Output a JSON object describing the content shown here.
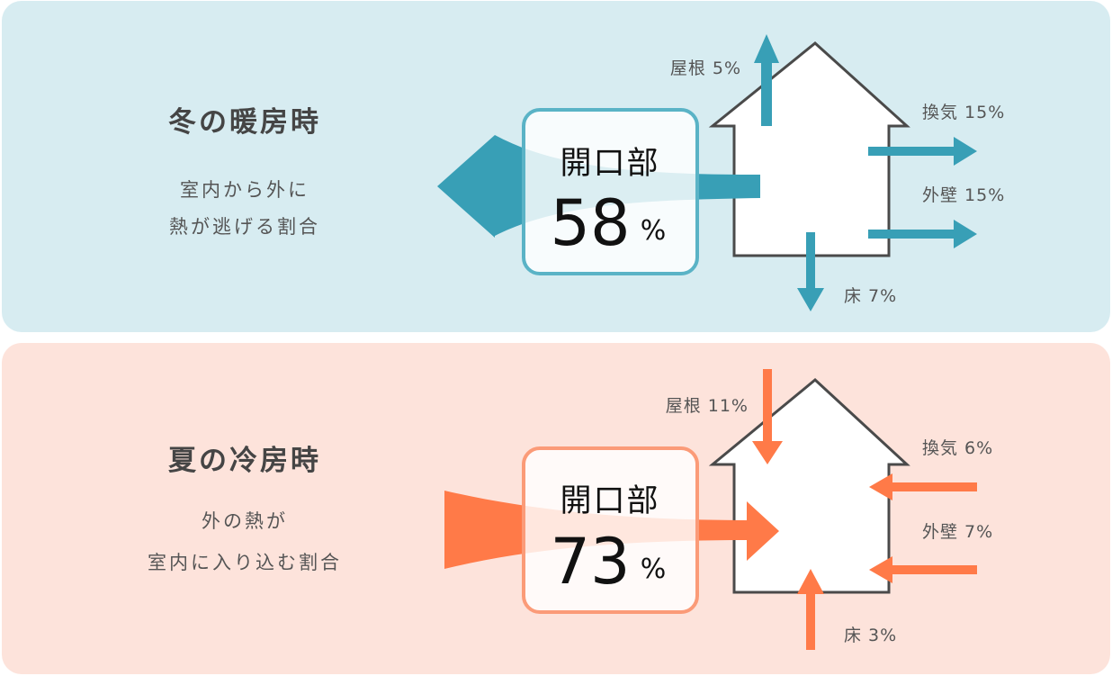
{
  "colors": {
    "winter_bg": "#d7ecf1",
    "winter_accent": "#389fb6",
    "summer_bg": "#fde3db",
    "summer_accent": "#ff7a48",
    "house_outline": "#4a4a4a"
  },
  "winter": {
    "title": "冬の暖房時",
    "subtitle_lines": [
      "室内から外に",
      "熱が逃げる割合"
    ],
    "opening": {
      "label": "開口部",
      "value": "58",
      "unit": "%"
    },
    "items": {
      "roof": "屋根 5%",
      "ventilation": "換気 15%",
      "wall": "外壁 15%",
      "floor": "床 7%"
    },
    "direction": "outward"
  },
  "summer": {
    "title": "夏の冷房時",
    "subtitle_lines": [
      "外の熱が",
      "室内に入り込む割合"
    ],
    "opening": {
      "label": "開口部",
      "value": "73",
      "unit": "%"
    },
    "items": {
      "roof": "屋根 11%",
      "ventilation": "換気 6%",
      "wall": "外壁 7%",
      "floor": "床 3%"
    },
    "direction": "inward"
  }
}
